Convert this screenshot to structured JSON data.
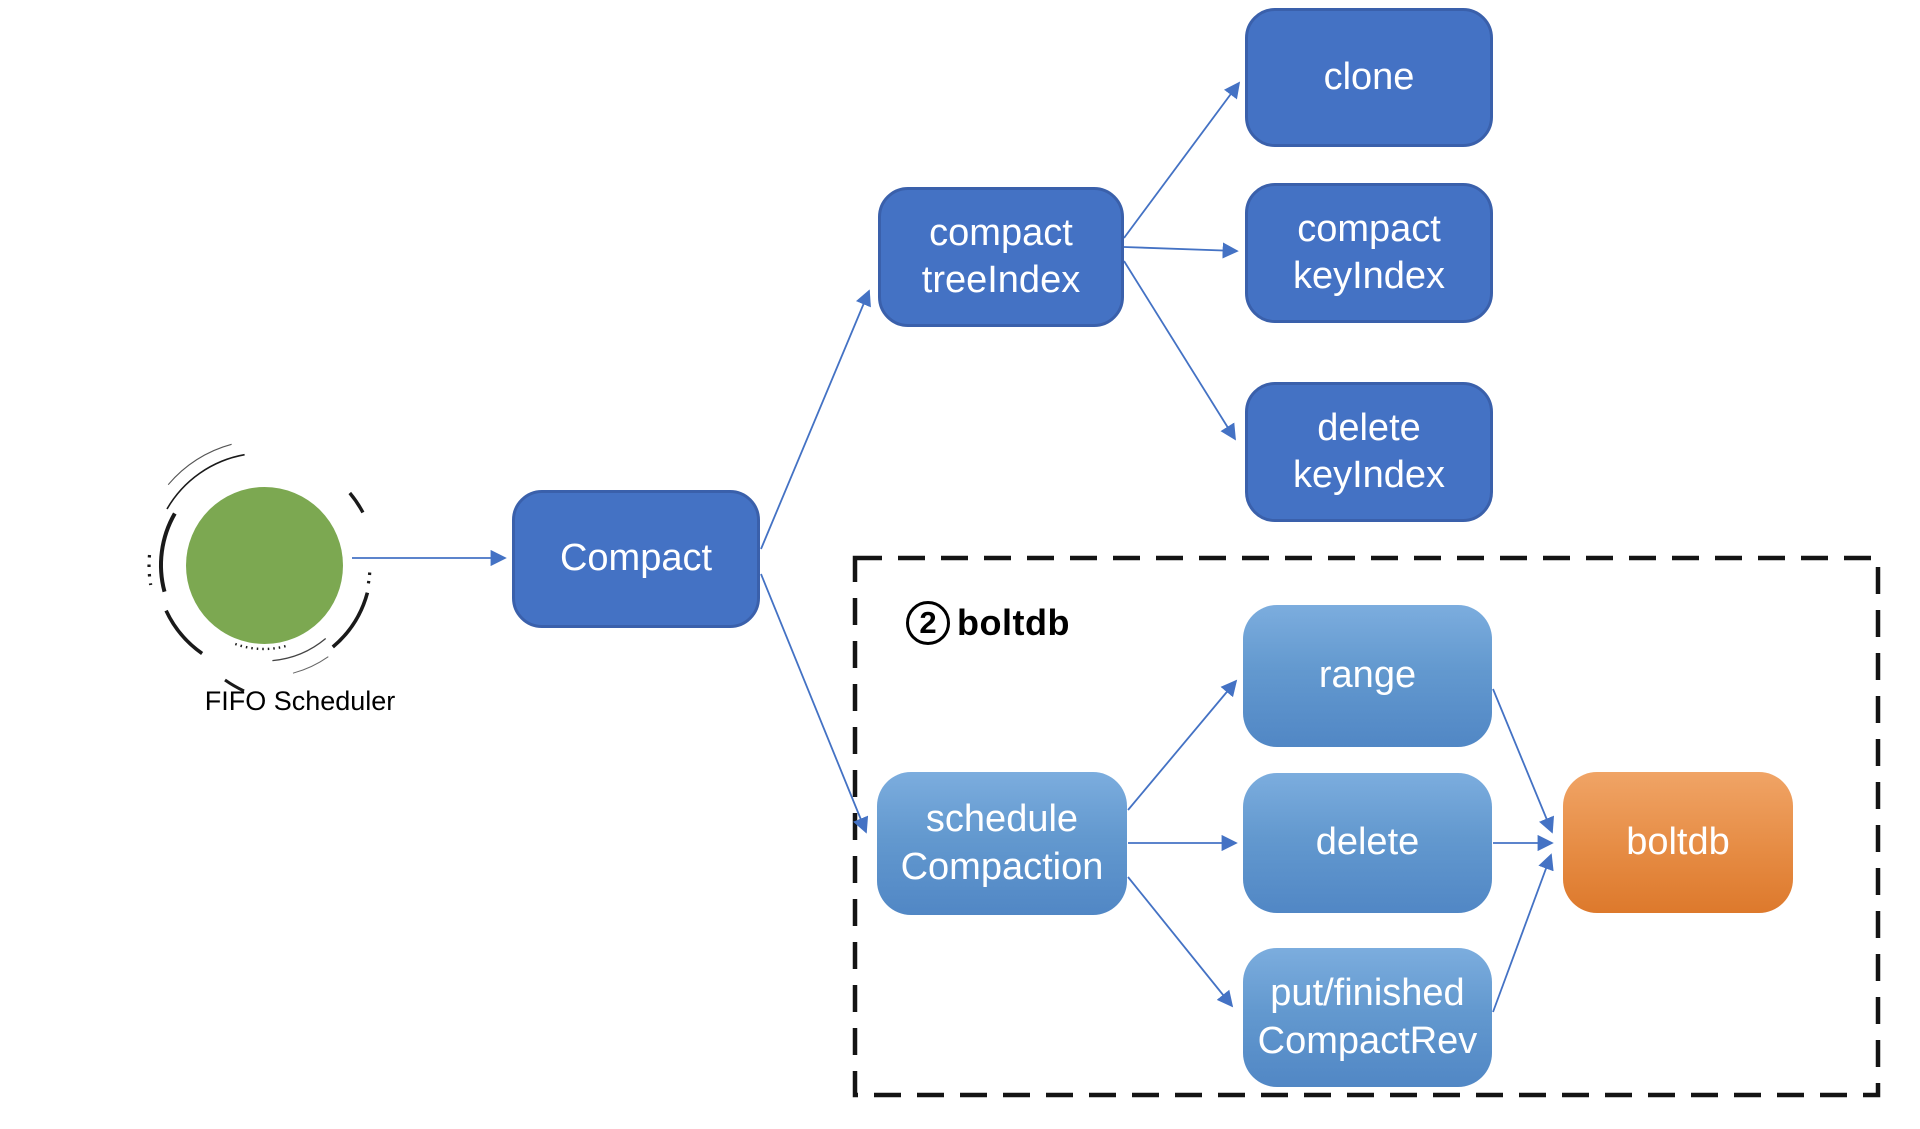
{
  "scheduler": {
    "label": "FIFO Scheduler"
  },
  "nodes": {
    "compact": {
      "label": "Compact"
    },
    "compact_tree_index": {
      "label": "compact\ntreeIndex"
    },
    "clone": {
      "label": "clone"
    },
    "compact_key_index": {
      "label": "compact\nkeyIndex"
    },
    "delete_key_index": {
      "label": "delete\nkeyIndex"
    },
    "schedule_compaction": {
      "label": "schedule\nCompaction"
    },
    "range": {
      "label": "range"
    },
    "delete": {
      "label": "delete"
    },
    "put_finished_compact_rev": {
      "label": "put/finished\nCompactRev"
    },
    "boltdb": {
      "label": "boltdb"
    }
  },
  "group": {
    "badge": "2",
    "label": "boltdb"
  },
  "colors": {
    "dark_blue_fill": "#4472c4",
    "dark_blue_border": "#3a60ab",
    "light_blue_top": "#7cadde",
    "light_blue_bottom": "#5187c5",
    "orange_top": "#f0a466",
    "orange_bottom": "#dd792c",
    "scheduler_green": "#7ca851",
    "arrow_blue": "#4472c4",
    "dashed_border": "#141414"
  }
}
